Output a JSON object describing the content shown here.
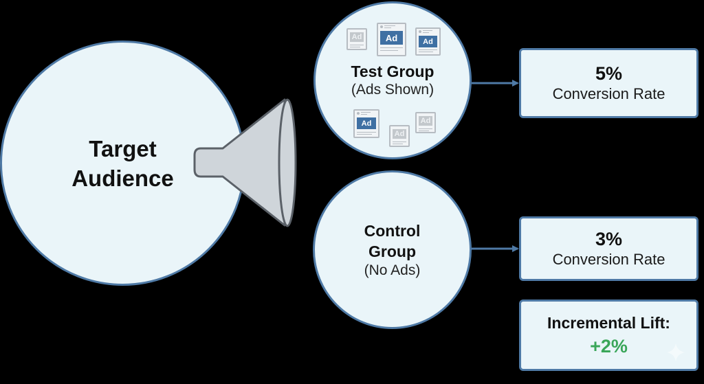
{
  "diagram": {
    "target_audience": {
      "label_line1": "Target",
      "label_line2": "Audience",
      "icon": "funnel-icon"
    },
    "test_group": {
      "title": "Test Group",
      "subtitle": "(Ads Shown)",
      "ad_cards": [
        {
          "label": "Ad",
          "style": "gray"
        },
        {
          "label": "Ad",
          "style": "blue"
        },
        {
          "label": "Ad",
          "style": "blue"
        },
        {
          "label": "Ad",
          "style": "blue"
        },
        {
          "label": "Ad",
          "style": "gray"
        },
        {
          "label": "Ad",
          "style": "gray"
        }
      ],
      "result": {
        "value": "5%",
        "label": "Conversion Rate"
      }
    },
    "control_group": {
      "title_line1": "Control",
      "title_line2": "Group",
      "subtitle": "(No Ads)",
      "result": {
        "value": "3%",
        "label": "Conversion Rate"
      }
    },
    "lift": {
      "label": "Incremental Lift:",
      "value": "+2%"
    },
    "colors": {
      "background": "#000000",
      "node_fill": "#eaf5f9",
      "node_border": "#4f7aa6",
      "arrow": "#4f7aa6",
      "ad_blue": "#3f70a3",
      "lift_green": "#3aa659",
      "funnel_fill": "#cfd5da",
      "funnel_stroke": "#5b6168"
    }
  }
}
